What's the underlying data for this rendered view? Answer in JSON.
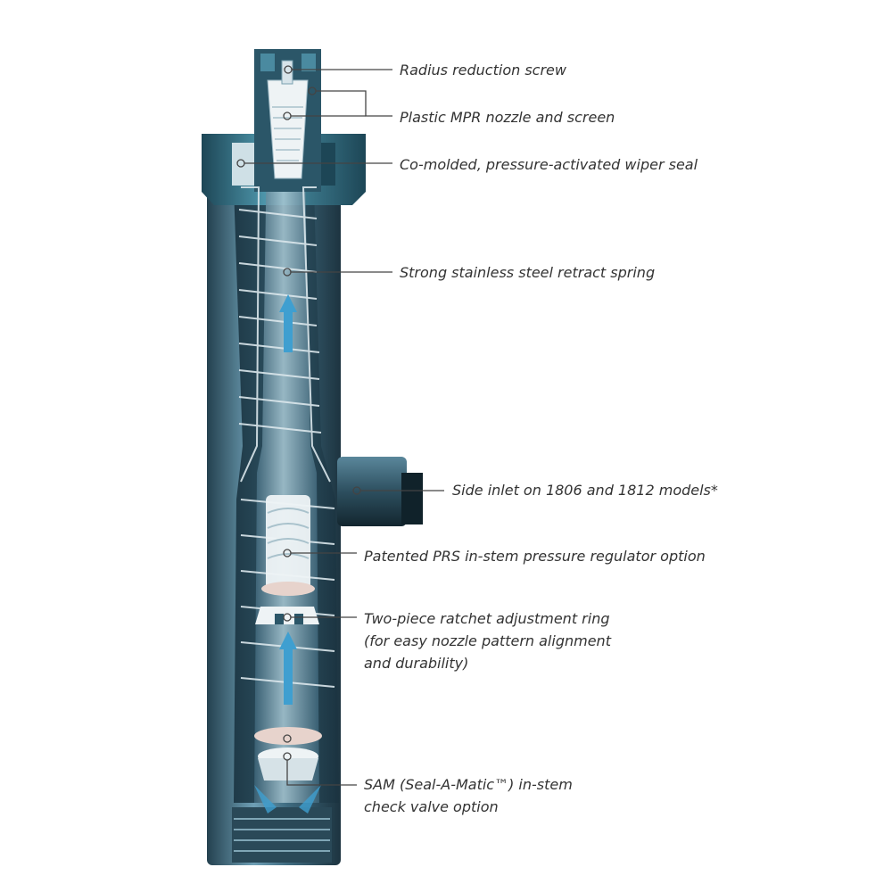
{
  "colors": {
    "housing_dark": "#24414f",
    "housing_mid": "#3f6b80",
    "housing_light": "#6e9fb5",
    "cap_teal": "#3a7f93",
    "cap_dark": "#1d4656",
    "stem": "#8fb4c4",
    "flow_arrow": "#3f9fd0",
    "white_part": "#e8ecee",
    "leader": "#444444",
    "label_text": "#333333"
  },
  "callouts": [
    {
      "lines": [
        "Radius reduction screw"
      ]
    },
    {
      "lines": [
        "Plastic MPR nozzle and screen"
      ]
    },
    {
      "lines": [
        "Co-molded, pressure-activated wiper seal"
      ]
    },
    {
      "lines": [
        "Strong stainless steel retract spring"
      ]
    },
    {
      "lines": [
        "Side inlet on 1806 and 1812 models*"
      ]
    },
    {
      "lines": [
        "Patented PRS in-stem pressure regulator option"
      ]
    },
    {
      "lines": [
        "Two-piece ratchet adjustment ring",
        "(for easy nozzle pattern alignment",
        "and durability)"
      ]
    },
    {
      "lines": [
        "SAM (Seal-A-Matic™) in-stem",
        "check valve option"
      ]
    }
  ]
}
